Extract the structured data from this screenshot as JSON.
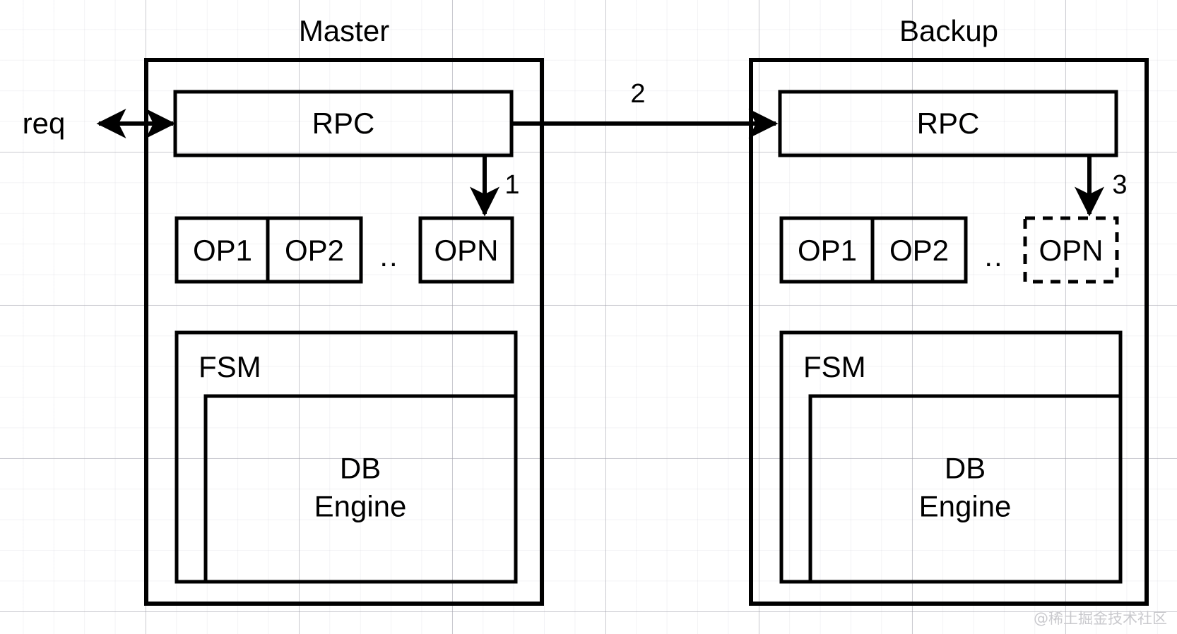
{
  "diagram": {
    "type": "block-diagram",
    "title_master": "Master",
    "title_backup": "Backup",
    "colors": {
      "stroke": "#000000",
      "background": "#ffffff",
      "grid_minor": "#e9e9ee",
      "grid_major": "#d0d0d6",
      "watermark": "#c9c9cd"
    }
  },
  "external": {
    "req_label": "req"
  },
  "master": {
    "title": "Master",
    "rpc_label": "RPC",
    "ops": [
      {
        "label": "OP1",
        "style": "solid"
      },
      {
        "label": "OP2",
        "style": "solid"
      }
    ],
    "ellipsis": "..",
    "opn": {
      "label": "OPN",
      "style": "solid"
    },
    "fsm_label": "FSM",
    "db_line1": "DB",
    "db_line2": "Engine"
  },
  "backup": {
    "title": "Backup",
    "rpc_label": "RPC",
    "ops": [
      {
        "label": "OP1",
        "style": "solid"
      },
      {
        "label": "OP2",
        "style": "solid"
      }
    ],
    "ellipsis": "..",
    "opn": {
      "label": "OPN",
      "style": "dashed"
    },
    "fsm_label": "FSM",
    "db_line1": "DB",
    "db_line2": "Engine"
  },
  "edges": [
    {
      "id": "e1",
      "label": "1",
      "from": "master-rpc",
      "to": "master-opn"
    },
    {
      "id": "e2",
      "label": "2",
      "from": "master-rpc",
      "to": "backup-rpc"
    },
    {
      "id": "e3",
      "label": "3",
      "from": "backup-rpc",
      "to": "backup-opn"
    },
    {
      "id": "e0",
      "label": "req",
      "from": "client",
      "to": "master-rpc",
      "bidirectional": true
    }
  ],
  "watermark": {
    "text": "@稀土掘金技术社区"
  }
}
